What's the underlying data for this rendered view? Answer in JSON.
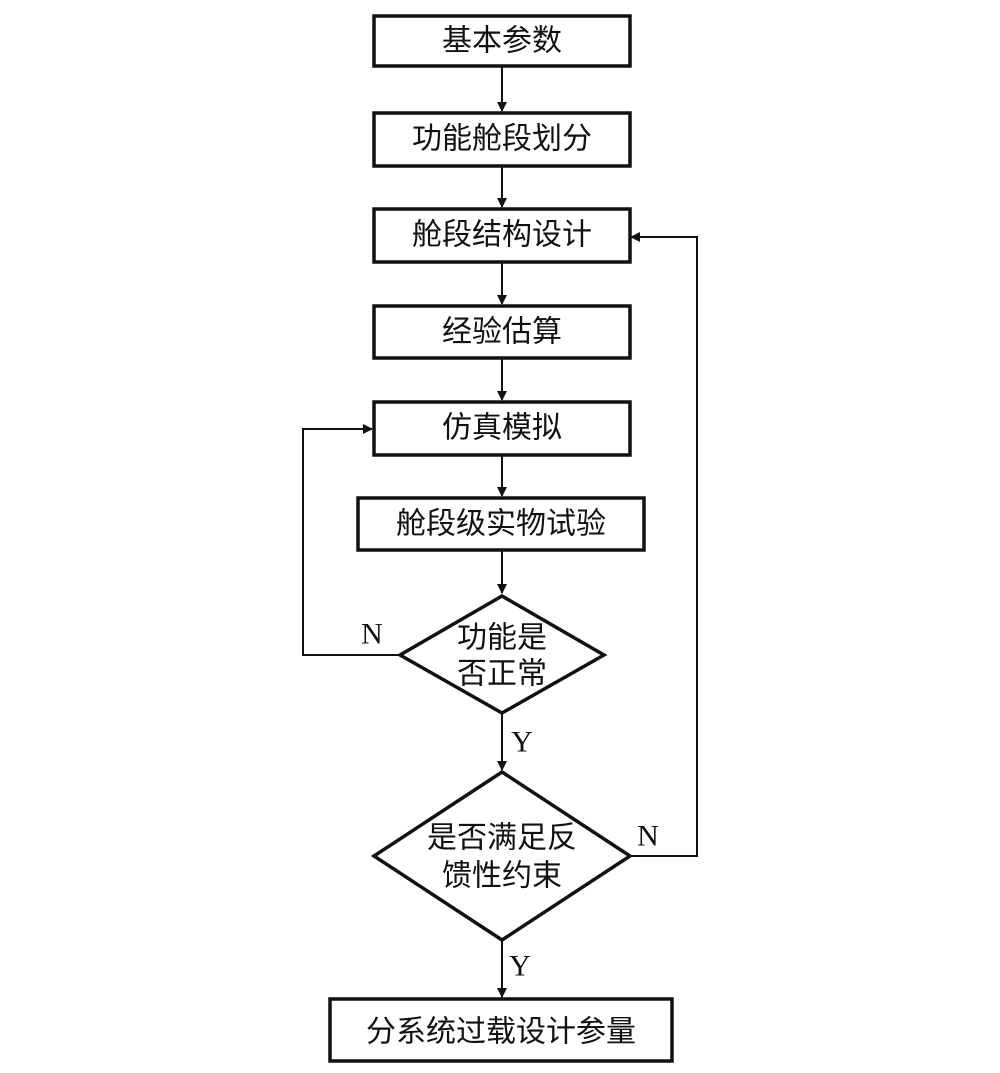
{
  "nodes": {
    "basic_params": "基本参数",
    "function_segment_division": "功能舱段划分",
    "segment_structure_design": "舱段结构设计",
    "empirical_estimation": "经验估算",
    "simulation": "仿真模拟",
    "segment_physical_test": "舱段级实物试验",
    "function_normal_q": {
      "line1": "功能是",
      "line2": "否正常"
    },
    "feedback_constraint_q": {
      "line1": "是否满足反",
      "line2": "馈性约束"
    },
    "subsystem_overload_params": "分系统过载设计参量"
  },
  "edge_labels": {
    "function_no": "N",
    "function_yes": "Y",
    "feedback_no": "N",
    "feedback_yes": "Y"
  }
}
